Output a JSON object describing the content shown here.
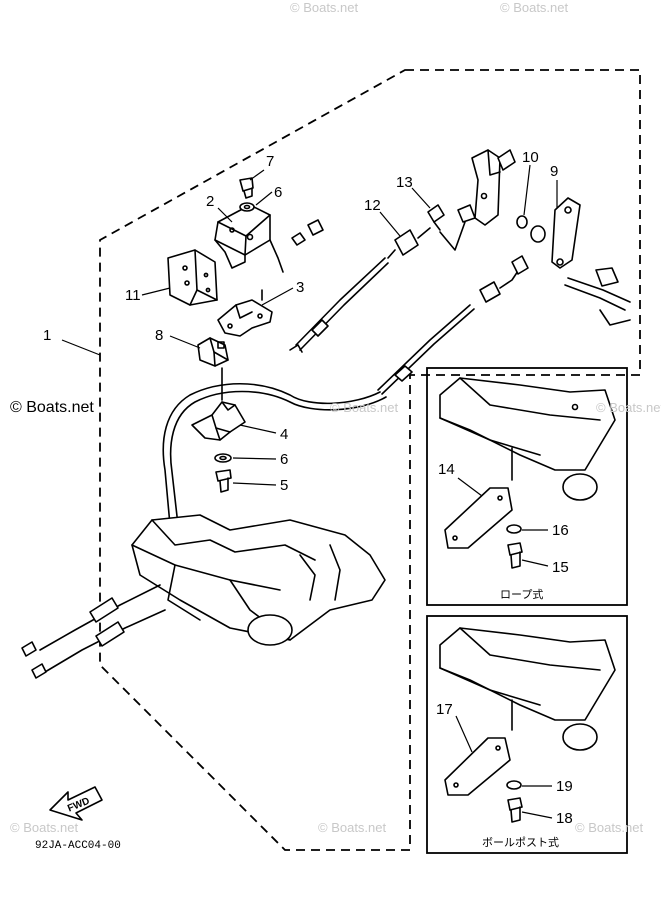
{
  "callouts": {
    "n1": "1",
    "n2": "2",
    "n3": "3",
    "n4": "4",
    "n5": "5",
    "n6a": "6",
    "n6b": "6",
    "n7": "7",
    "n8": "8",
    "n9": "9",
    "n10": "10",
    "n11": "11",
    "n12": "12",
    "n13": "13",
    "n14": "14",
    "n15": "15",
    "n16": "16",
    "n17": "17",
    "n18": "18",
    "n19": "19"
  },
  "inset_top_caption": "ロープ式",
  "inset_bottom_caption": "ボールポスト式",
  "fwd_label": "FWD",
  "diagram_code": "92JA-ACC04-00",
  "watermark": "© Boats.net",
  "watermark_faint": "© Boats.net"
}
